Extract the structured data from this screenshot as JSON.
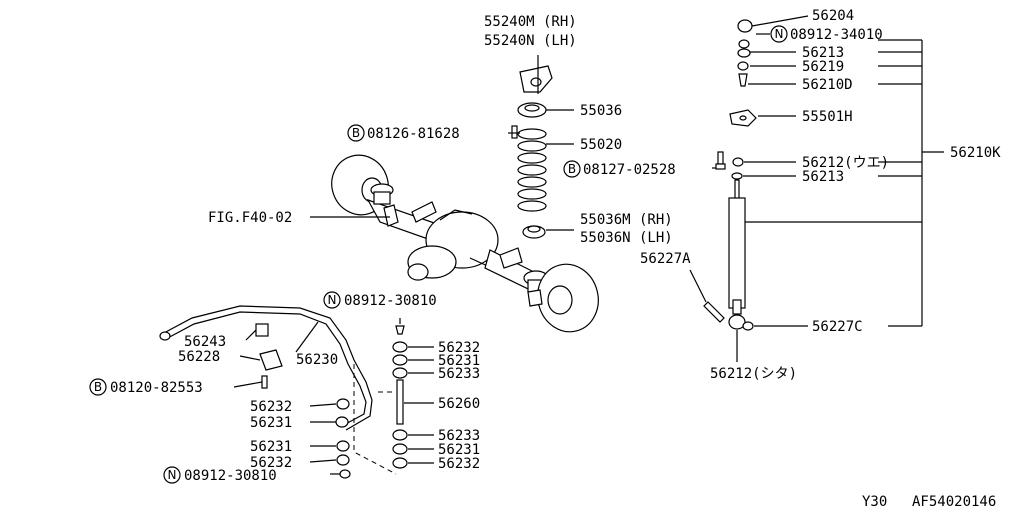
{
  "labels": {
    "p55240m": "55240M (RH)",
    "p55240n": "55240N (LH)",
    "p55036": "55036",
    "p08126": "08126-81628",
    "p55020": "55020",
    "p55036m": "55036M (RH)",
    "p55036n": "55036N (LH)",
    "fig": "FIG.F40-02",
    "p56204": "56204",
    "p08912a": "08912-34010",
    "p56213a": "56213",
    "p56219": "56219",
    "p56210d": "56210D",
    "p55501h": "55501H",
    "p56212ue": "56212(ウエ)",
    "p08127": "08127-02528",
    "p56213b": "56213",
    "p56210k": "56210K",
    "p56227a": "56227A",
    "p56227c": "56227C",
    "p56212shita": "56212(シタ)",
    "p08912b": "08912-30810",
    "p56243": "56243",
    "p56228": "56228",
    "p56230": "56230",
    "p08120": "08120-82553",
    "p56232a": "56232",
    "p56231a": "56231",
    "p56233a": "56233",
    "p56260": "56260",
    "p56232b": "56232",
    "p56231b": "56231",
    "p56233b": "56233",
    "p56231c": "56231",
    "p56232c": "56232",
    "p56231d": "56231",
    "p56232d": "56232",
    "p08912c": "08912-30810",
    "model": "Y30",
    "code": "AF54020146"
  },
  "badges": {
    "b_08126": "B",
    "b_08912a": "N",
    "b_08127": "B",
    "b_08912b": "N",
    "b_08120": "B",
    "b_08912c": "N"
  }
}
